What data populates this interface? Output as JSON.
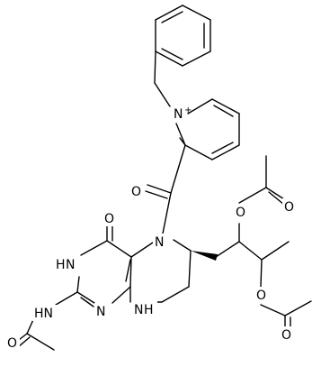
{
  "atom_labels": {
    "n_plus": "N",
    "n_plus_charge": "+",
    "o_amide": "O",
    "o_ester1": "O",
    "o_carbonyl1": "O",
    "o_ring": "O",
    "n5": "N",
    "n_h3": "N",
    "h3": "H",
    "o_ester2": "O",
    "o_carbonyl2": "O",
    "hn_left": "HN",
    "n_pyr": "N",
    "n_h8": "N",
    "h8": "H",
    "o_acetamide": "O"
  }
}
